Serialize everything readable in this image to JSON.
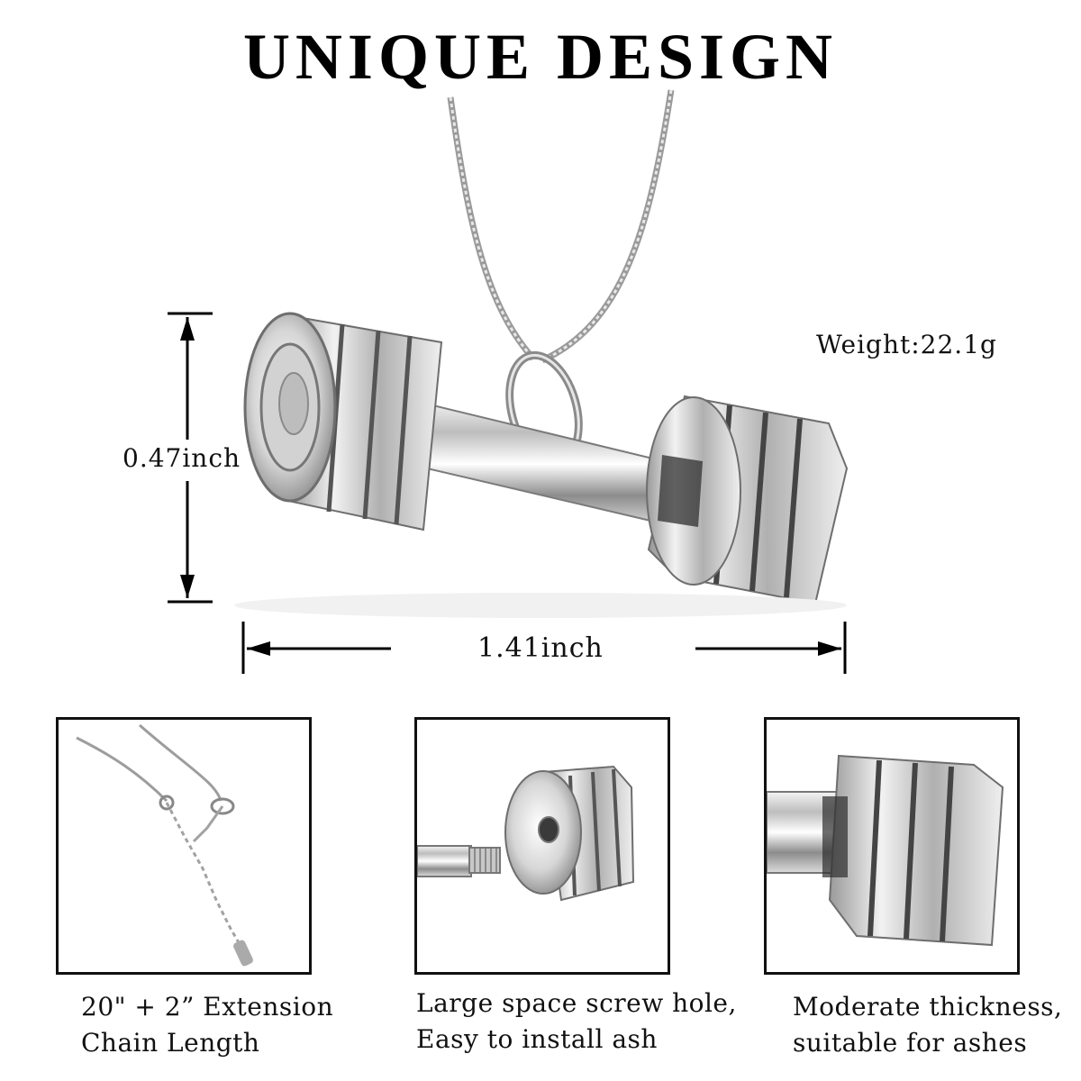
{
  "title": "UNIQUE DESIGN",
  "weight_label": "Weight:22.1g",
  "height_label": "0.47inch",
  "width_label": "1.41inch",
  "features": [
    {
      "line1": "20\" + 2”  Extension",
      "line2": "Chain Length"
    },
    {
      "line1": "Large space screw hole,",
      "line2": "Easy to install ash"
    },
    {
      "line1": "Moderate thickness,",
      "line2": "suitable for ashes"
    }
  ]
}
